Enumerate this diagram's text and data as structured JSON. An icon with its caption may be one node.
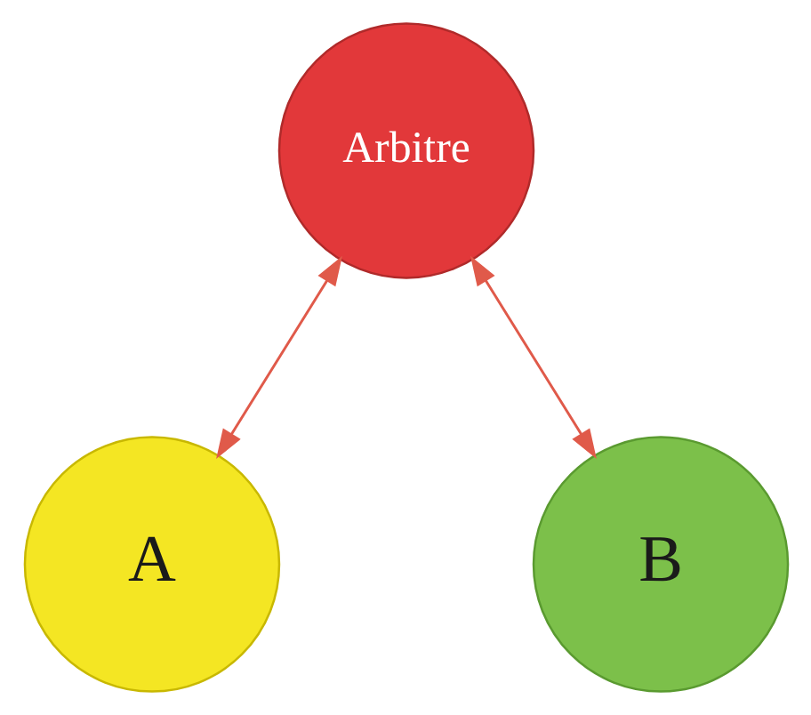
{
  "diagram": {
    "nodes": [
      {
        "text": [
          "Arbitre"
        ]
      },
      {
        "text": [
          "A"
        ]
      },
      {
        "text": [
          "B"
        ]
      }
    ],
    "edges": [
      {
        "from": 0,
        "to": 1,
        "arrow": "both"
      },
      {
        "from": 0,
        "to": 2,
        "arrow": "both"
      }
    ]
  }
}
